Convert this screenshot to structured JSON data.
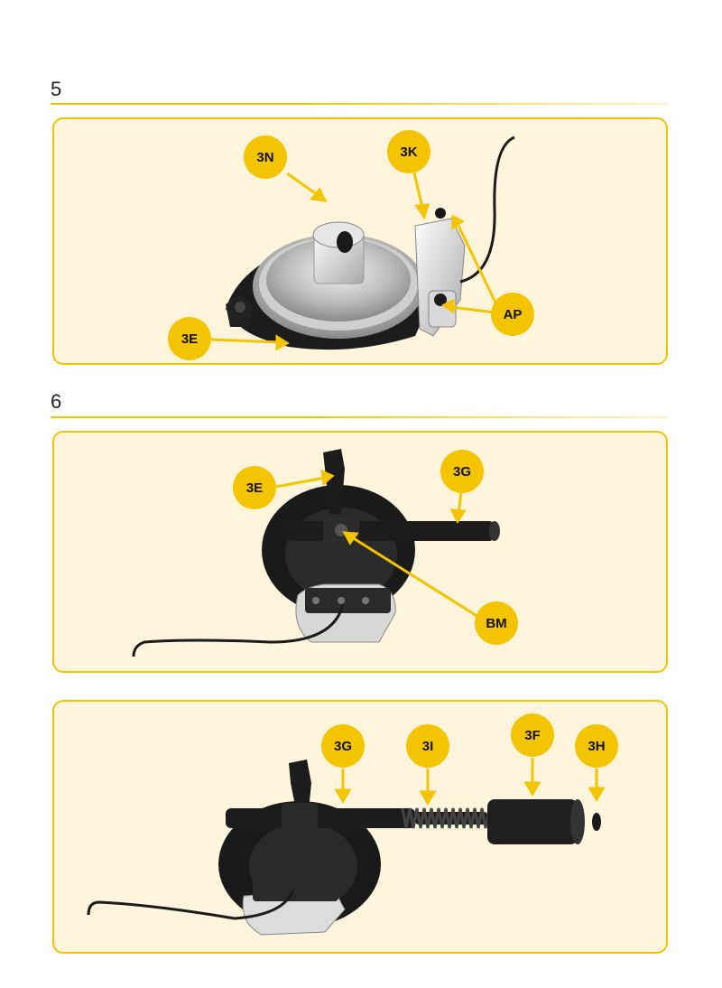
{
  "steps": [
    {
      "number": "5",
      "callouts": {
        "c1": "3N",
        "c2": "3K",
        "c3": "AP",
        "c4": "3E"
      }
    },
    {
      "number": "6",
      "callouts": {
        "c1": "3E",
        "c2": "3G",
        "c3": "BM"
      }
    },
    {
      "number": "",
      "callouts": {
        "c1": "3G",
        "c2": "3I",
        "c3": "3F",
        "c4": "3H"
      }
    }
  ],
  "colors": {
    "accent": "#f5c400",
    "panel_bg": "#fff5dc",
    "callout": "#f5c400"
  }
}
